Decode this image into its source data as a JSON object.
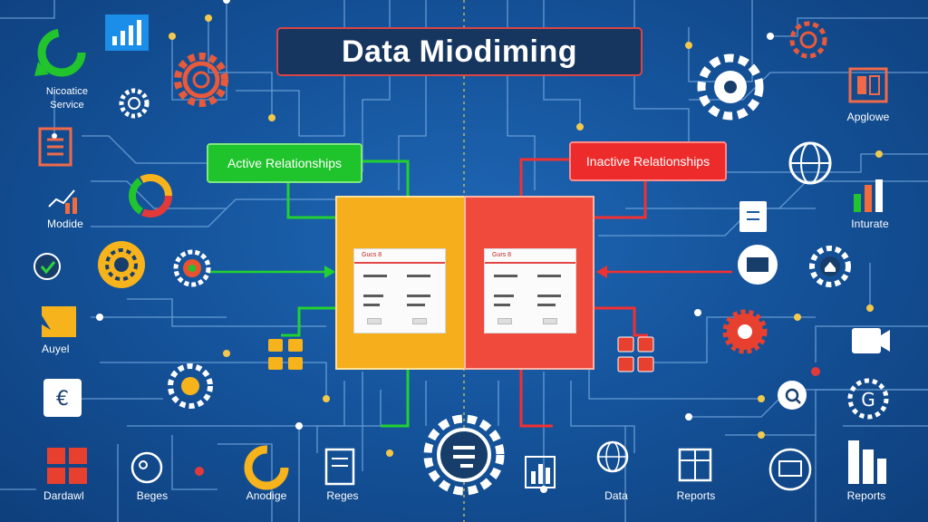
{
  "title": "Data Miodiming",
  "relationships": {
    "active": "Active Relationships",
    "inactive": "Inactive Relationships"
  },
  "panels": {
    "left_card_header": "Gucs 8",
    "right_card_header": "Gurs 8"
  },
  "labels": {
    "microservice": "Nicoatice\nService",
    "modide": "Modide",
    "auyel": "Auyel",
    "daroawl": "Dardawl",
    "beges": "Beges",
    "anodige": "Anodige",
    "reges": "Reges",
    "data": "Data",
    "reports_mid": "Reports",
    "reports_right": "Reports",
    "apglowe": "Apglowe",
    "inturate": "Inturate"
  },
  "colors": {
    "background": "#15549c",
    "active": "#1fc32b",
    "inactive": "#ee2b2b",
    "yellow_panel": "#f6ae1c",
    "red_panel": "#ef4a3c",
    "line": "#6fa8e0"
  }
}
